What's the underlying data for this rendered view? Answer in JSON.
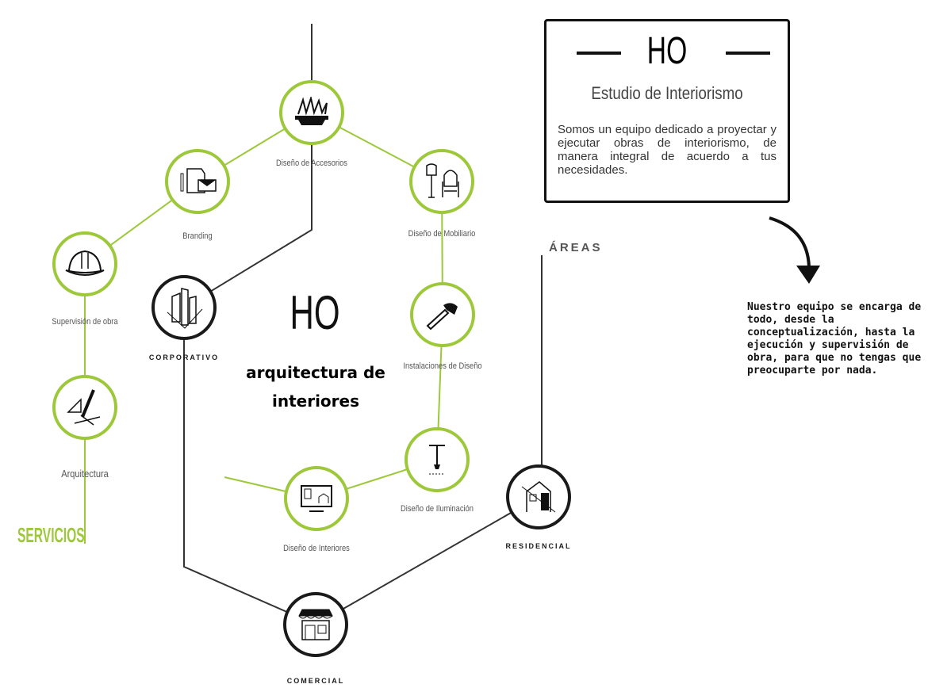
{
  "brand": {
    "logo": "HO",
    "tagline": "arquitectura de interiores"
  },
  "info_box": {
    "title": "HO",
    "subtitle": "Estudio de Interiorismo",
    "description": "Somos un equipo dedicado a proyectar y ejecutar obras de interiorismo, de manera integral de acuerdo a tus necesidades."
  },
  "note": "Nuestro equipo se encarga de todo, desde la conceptualización, hasta la ejecución y supervisión de obra, para que no tengas que preocuparte por nada.",
  "servicios_label": "SERVICIOS",
  "areas_label": "ÁREAS",
  "services": [
    {
      "label": "Diseño de Accesorios",
      "icon": "plant-icon"
    },
    {
      "label": "Branding",
      "icon": "stationery-icon"
    },
    {
      "label": "Diseño de Mobiliario",
      "icon": "furniture-icon"
    },
    {
      "label": "Supervisión de obra",
      "icon": "hardhat-icon"
    },
    {
      "label": "Instalaciones de Diseño",
      "icon": "hammer-icon"
    },
    {
      "label": "Arquitectura",
      "icon": "drafting-icon"
    },
    {
      "label": "Diseño de Iluminación",
      "icon": "lamp-icon"
    },
    {
      "label": "Diseño de Interiores",
      "icon": "monitor-icon"
    }
  ],
  "areas": [
    {
      "label": "CORPORATIVO",
      "icon": "buildings-icon"
    },
    {
      "label": "RESIDENCIAL",
      "icon": "house-icon"
    },
    {
      "label": "COMERCIAL",
      "icon": "storefront-icon"
    }
  ],
  "colors": {
    "accent": "#9dc83a",
    "dark": "#1a1a1a"
  }
}
